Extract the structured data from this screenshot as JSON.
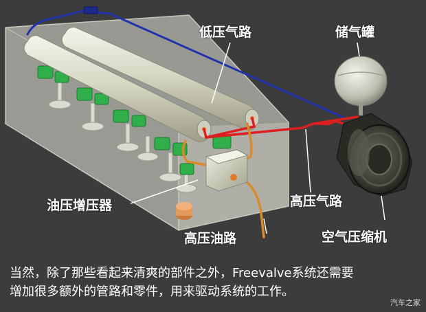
{
  "labels": {
    "low_pressure_air": "低压气路",
    "air_tank": "储气罐",
    "oil_booster": "油压增压器",
    "high_pressure_air": "高压气路",
    "high_pressure_oil": "高压油路",
    "air_compressor": "空气压缩机"
  },
  "caption": {
    "line1": "当然，除了那些看起来清爽的部件之外，Freevalve系统还需要",
    "line2": "增加很多额外的管路和零件，用来驱动系统的工作。"
  },
  "watermark": "汽车之家",
  "colors": {
    "background": "#3c3c3c",
    "low_pressure_line": "#2233aa",
    "high_pressure_line": "#dd1f1f",
    "oil_line": "#d98a2b",
    "actuator_green": "#2fae4a"
  }
}
